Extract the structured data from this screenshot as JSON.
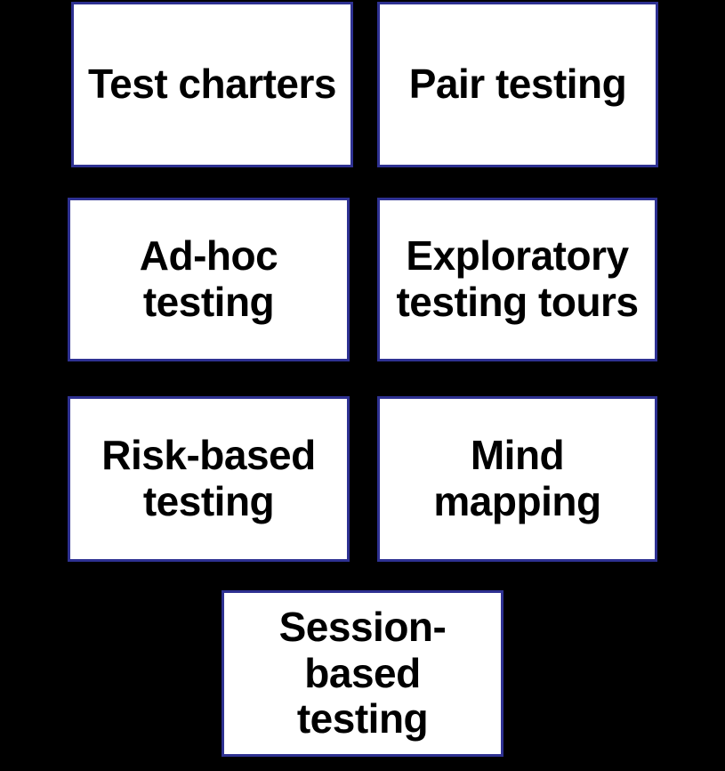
{
  "colors": {
    "background": "#000000",
    "card_fill": "#ffffff",
    "card_border": "#2e3192",
    "card_text": "#000000"
  },
  "cards": [
    {
      "label": "Test charters",
      "lines": [
        "Test charters"
      ]
    },
    {
      "label": "Pair testing",
      "lines": [
        "Pair testing"
      ]
    },
    {
      "label": "Ad-hoc testing",
      "lines": [
        "Ad-hoc",
        "testing"
      ]
    },
    {
      "label": "Exploratory testing tours",
      "lines": [
        "Exploratory",
        "testing tours"
      ]
    },
    {
      "label": "Risk-based testing",
      "lines": [
        "Risk-based",
        "testing"
      ]
    },
    {
      "label": "Mind mapping",
      "lines": [
        "Mind",
        "mapping"
      ]
    },
    {
      "label": "Session-based testing",
      "lines": [
        "Session-",
        "based",
        "testing"
      ]
    }
  ]
}
